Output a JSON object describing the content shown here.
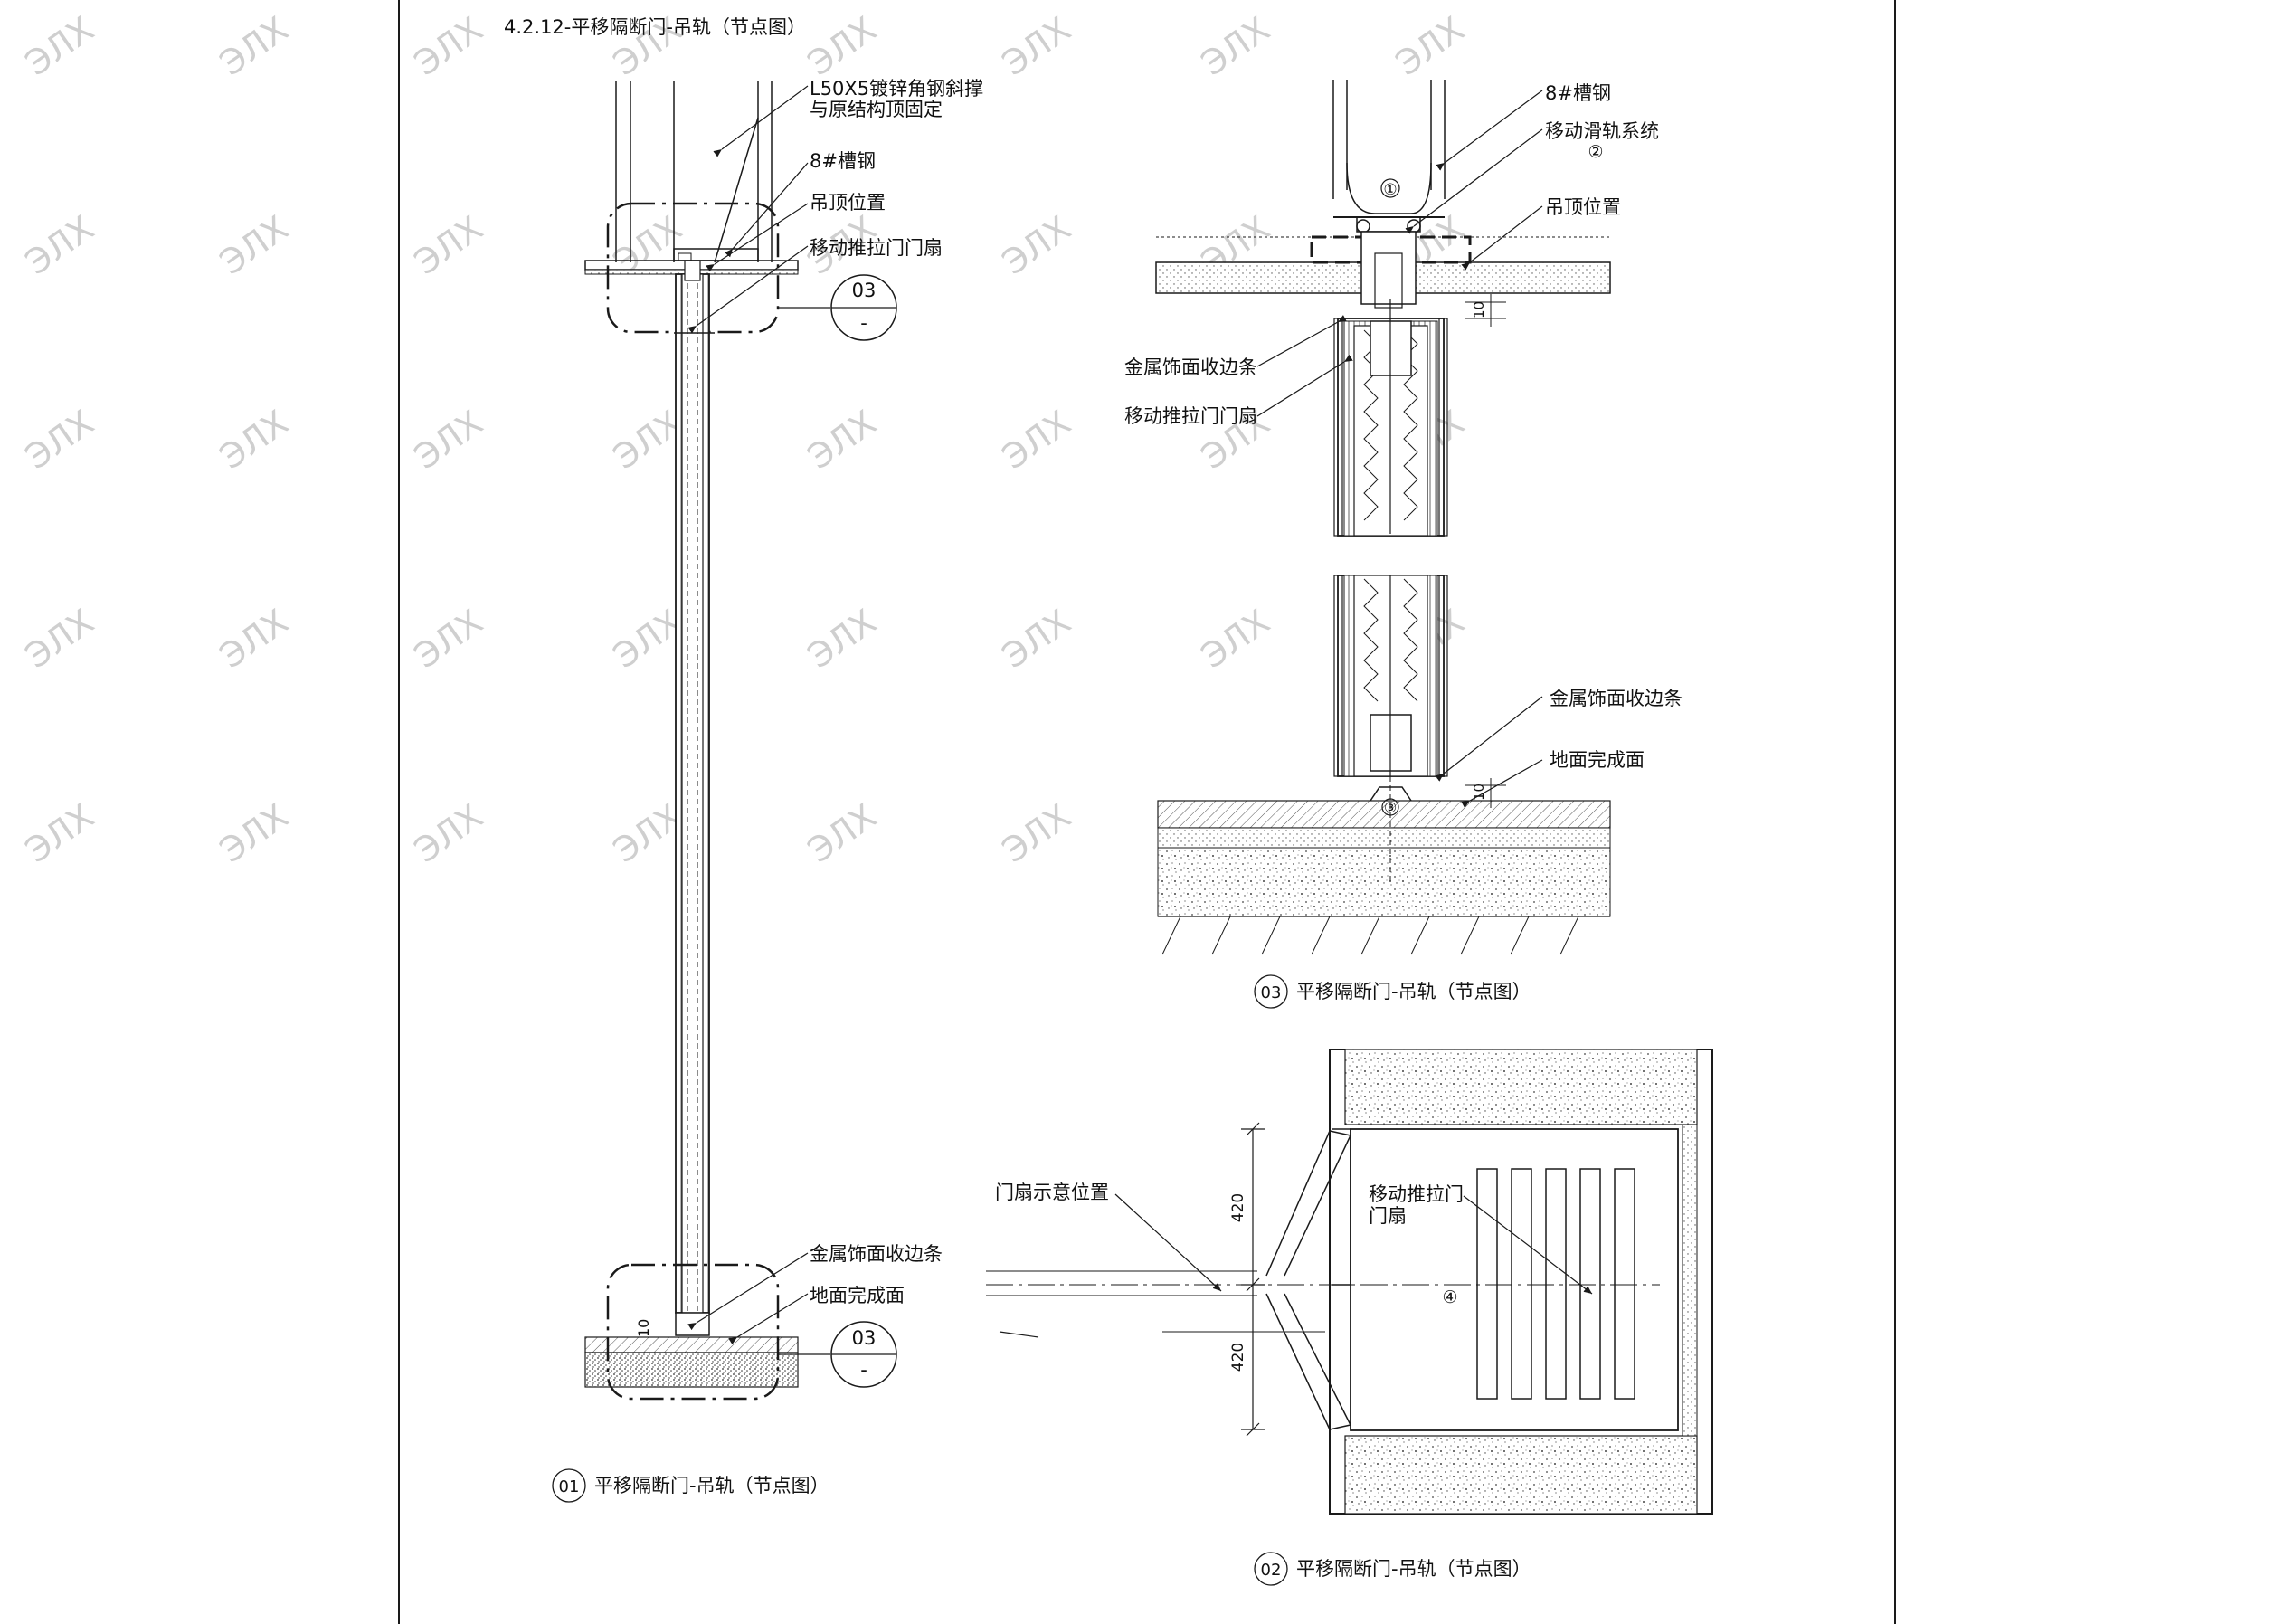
{
  "page_title": "4.2.12-平移隔断门-吊轨（节点图）",
  "watermark_text": "ЭЛХ",
  "colors": {
    "line": "#1a1a1a",
    "hatch": "#555555",
    "paper": "#ffffff",
    "watermark": "#c8c8c8"
  },
  "detail_01": {
    "labels": {
      "brace_line1": "L50X5镀锌角钢斜撑",
      "brace_line2": "与原结构顶固定",
      "channel": "8#槽钢",
      "ceiling": "吊顶位置",
      "door_leaf": "移动推拉门门扇",
      "trim": "金属饰面收边条",
      "floor": "地面完成面"
    },
    "callouts": [
      {
        "top": "03",
        "bottom": "-"
      },
      {
        "top": "03",
        "bottom": "-"
      }
    ],
    "dims": {
      "bottom_gap": "10"
    },
    "caption_num": "01",
    "caption": "平移隔断门-吊轨（节点图）"
  },
  "detail_03": {
    "labels": {
      "channel": "8#槽钢",
      "track_system": "移动滑轨系统",
      "ceiling": "吊顶位置",
      "trim_top": "金属饰面收边条",
      "door_leaf": "移动推拉门门扇",
      "trim_bottom": "金属饰面收边条",
      "floor": "地面完成面"
    },
    "markers": {
      "m1": "①",
      "m2": "②",
      "m3": "③"
    },
    "dims": {
      "top_gap": "10",
      "bottom_gap": "10"
    },
    "caption_num": "03",
    "caption": "平移隔断门-吊轨（节点图）"
  },
  "detail_02": {
    "labels": {
      "door_position": "门扇示意位置",
      "door_leaf_line1": "移动推拉门",
      "door_leaf_line2": "门扇"
    },
    "markers": {
      "m4": "④"
    },
    "dims": {
      "upper": "420",
      "lower": "420"
    },
    "caption_num": "02",
    "caption": "平移隔断门-吊轨（节点图）"
  }
}
